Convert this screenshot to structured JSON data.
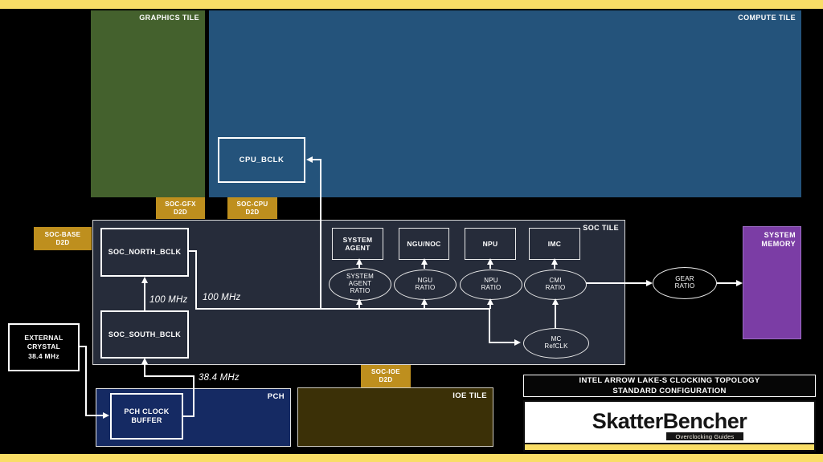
{
  "colors": {
    "yellow": "#F9DD66",
    "green": "#44612D",
    "blue": "#24537B",
    "gold": "#BE8F1E",
    "soc-bg": "#262C3A",
    "pch-navy": "#152A63",
    "ioe-olive": "#3B3007",
    "purple": "#7B3DA5",
    "line": "#FFFFFF"
  },
  "tiles": {
    "graphics_label": "GRAPHICS TILE",
    "compute_label": "COMPUTE TILE",
    "soc_label": "SOC TILE",
    "ioe_label": "IOE TILE",
    "pch_label": "PCH",
    "memory_label": "SYSTEM\nMEMORY"
  },
  "d2d": {
    "gfx": "SOC-GFX\nD2D",
    "cpu": "SOC-CPU\nD2D",
    "base": "SOC-BASE\nD2D",
    "ioe": "SOC-IOE\nD2D"
  },
  "blocks": {
    "cpu_bclk": "CPU_BCLK",
    "soc_north_bclk": "SOC_NORTH_BCLK",
    "soc_south_bclk": "SOC_SOUTH_BCLK",
    "system_agent": "SYSTEM\nAGENT",
    "ngu_noc": "NGU/NOC",
    "npu": "NPU",
    "imc": "IMC",
    "external_crystal": "EXTERNAL\nCRYSTAL\n38.4 MHz",
    "pch_clock_buffer": "PCH CLOCK\nBUFFER"
  },
  "ratios": {
    "system_agent": "SYSTEM\nAGENT\nRATIO",
    "ngu": "NGU\nRATIO",
    "npu": "NPU\nRATIO",
    "cmi": "CMI\nRATIO",
    "mc_refclk": "MC\nRefCLK",
    "gear": "GEAR\nRATIO"
  },
  "freq": {
    "south_to_north": "100 MHz",
    "bclk_line": "100 MHz",
    "pch_line": "38.4 MHz"
  },
  "title_box": {
    "line1": "INTEL ARROW LAKE-S CLOCKING TOPOLOGY",
    "line2": "STANDARD CONFIGURATION"
  },
  "logo": {
    "brand": "SkatterBencher",
    "tagline": "Overclocking Guides"
  }
}
